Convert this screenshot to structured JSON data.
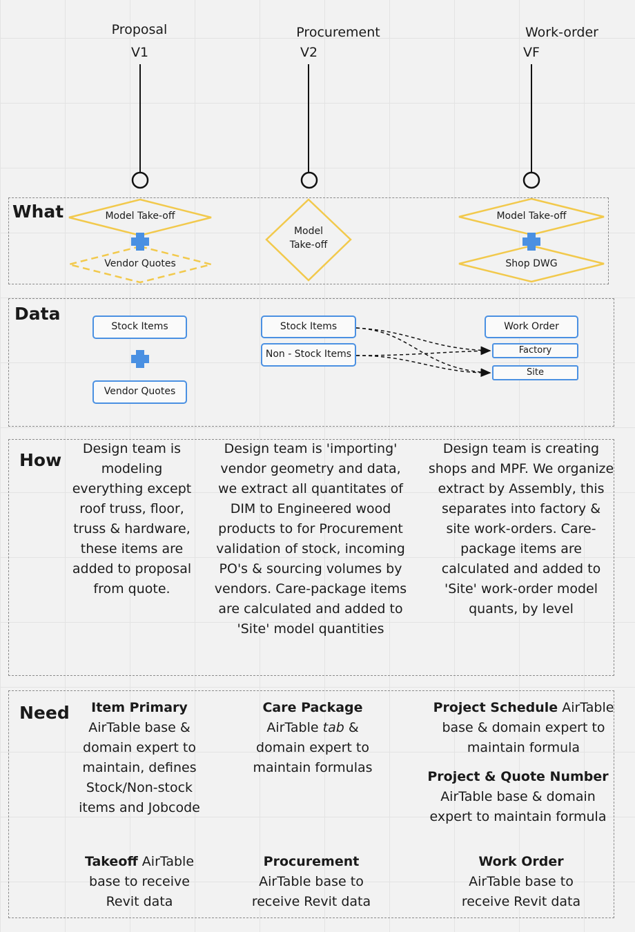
{
  "stages": [
    {
      "title": "Proposal",
      "version": "V1"
    },
    {
      "title": "Procurement",
      "version": "V2"
    },
    {
      "title": "Work-order",
      "version": "VF"
    }
  ],
  "sections": {
    "what": "What",
    "data": "Data",
    "how": "How",
    "need": "Need"
  },
  "what": {
    "proposal_takeoff": "Model Take-off",
    "proposal_vendor": "Vendor Quotes",
    "procurement_takeoff_line1": "Model",
    "procurement_takeoff_line2": "Take-off",
    "workorder_takeoff": "Model Take-off",
    "workorder_shop": "Shop DWG"
  },
  "data": {
    "proposal_stock": "Stock Items",
    "proposal_vendor": "Vendor Quotes",
    "procurement_stock": "Stock Items",
    "procurement_nonstock": "Non - Stock Items",
    "workorder_order": "Work Order",
    "workorder_factory": "Factory",
    "workorder_site": "Site"
  },
  "how": {
    "proposal": "Design team is modeling everything except roof truss, floor, truss & hardware, these items are added to proposal from quote.",
    "procurement": "Design team is 'importing' vendor geometry and data, we extract all quantitates of DIM to Engineered wood products to for Procurement validation of stock, incoming PO's & sourcing volumes by vendors. Care-package items are calculated and added to 'Site' model quantities",
    "workorder": "Design team is creating shops and MPF.  We organize extract by Assembly, this separates into factory & site work-orders. Care-package items are calculated and added to 'Site' work-order model quants, by level"
  },
  "need": {
    "item_primary_title": "Item Primary",
    "item_primary_text": "AirTable base & domain expert to maintain, defines Stock/Non-stock items and Jobcode",
    "care_package_title": "Care Package",
    "care_package_text_a": "AirTable ",
    "care_package_text_tab": "tab",
    "care_package_text_b": " & domain expert to maintain formulas",
    "project_schedule_title": "Project Schedule",
    "project_schedule_text": " AirTable base & domain expert to maintain formula",
    "project_quote_title": "Project & Quote Number",
    "project_quote_text": "AirTable base & domain expert to maintain formula",
    "takeoff_title": "Takeoff",
    "takeoff_text": " AirTable base to receive Revit data",
    "procurement_title": "Procurement",
    "procurement_text": "AirTable base to receive Revit data",
    "workorder_title": "Work Order",
    "workorder_text": "AirTable base to receive Revit data"
  },
  "colors": {
    "diamond": "#f2c94c",
    "database": "#4a90e2",
    "frame": "#8a8a8a"
  }
}
